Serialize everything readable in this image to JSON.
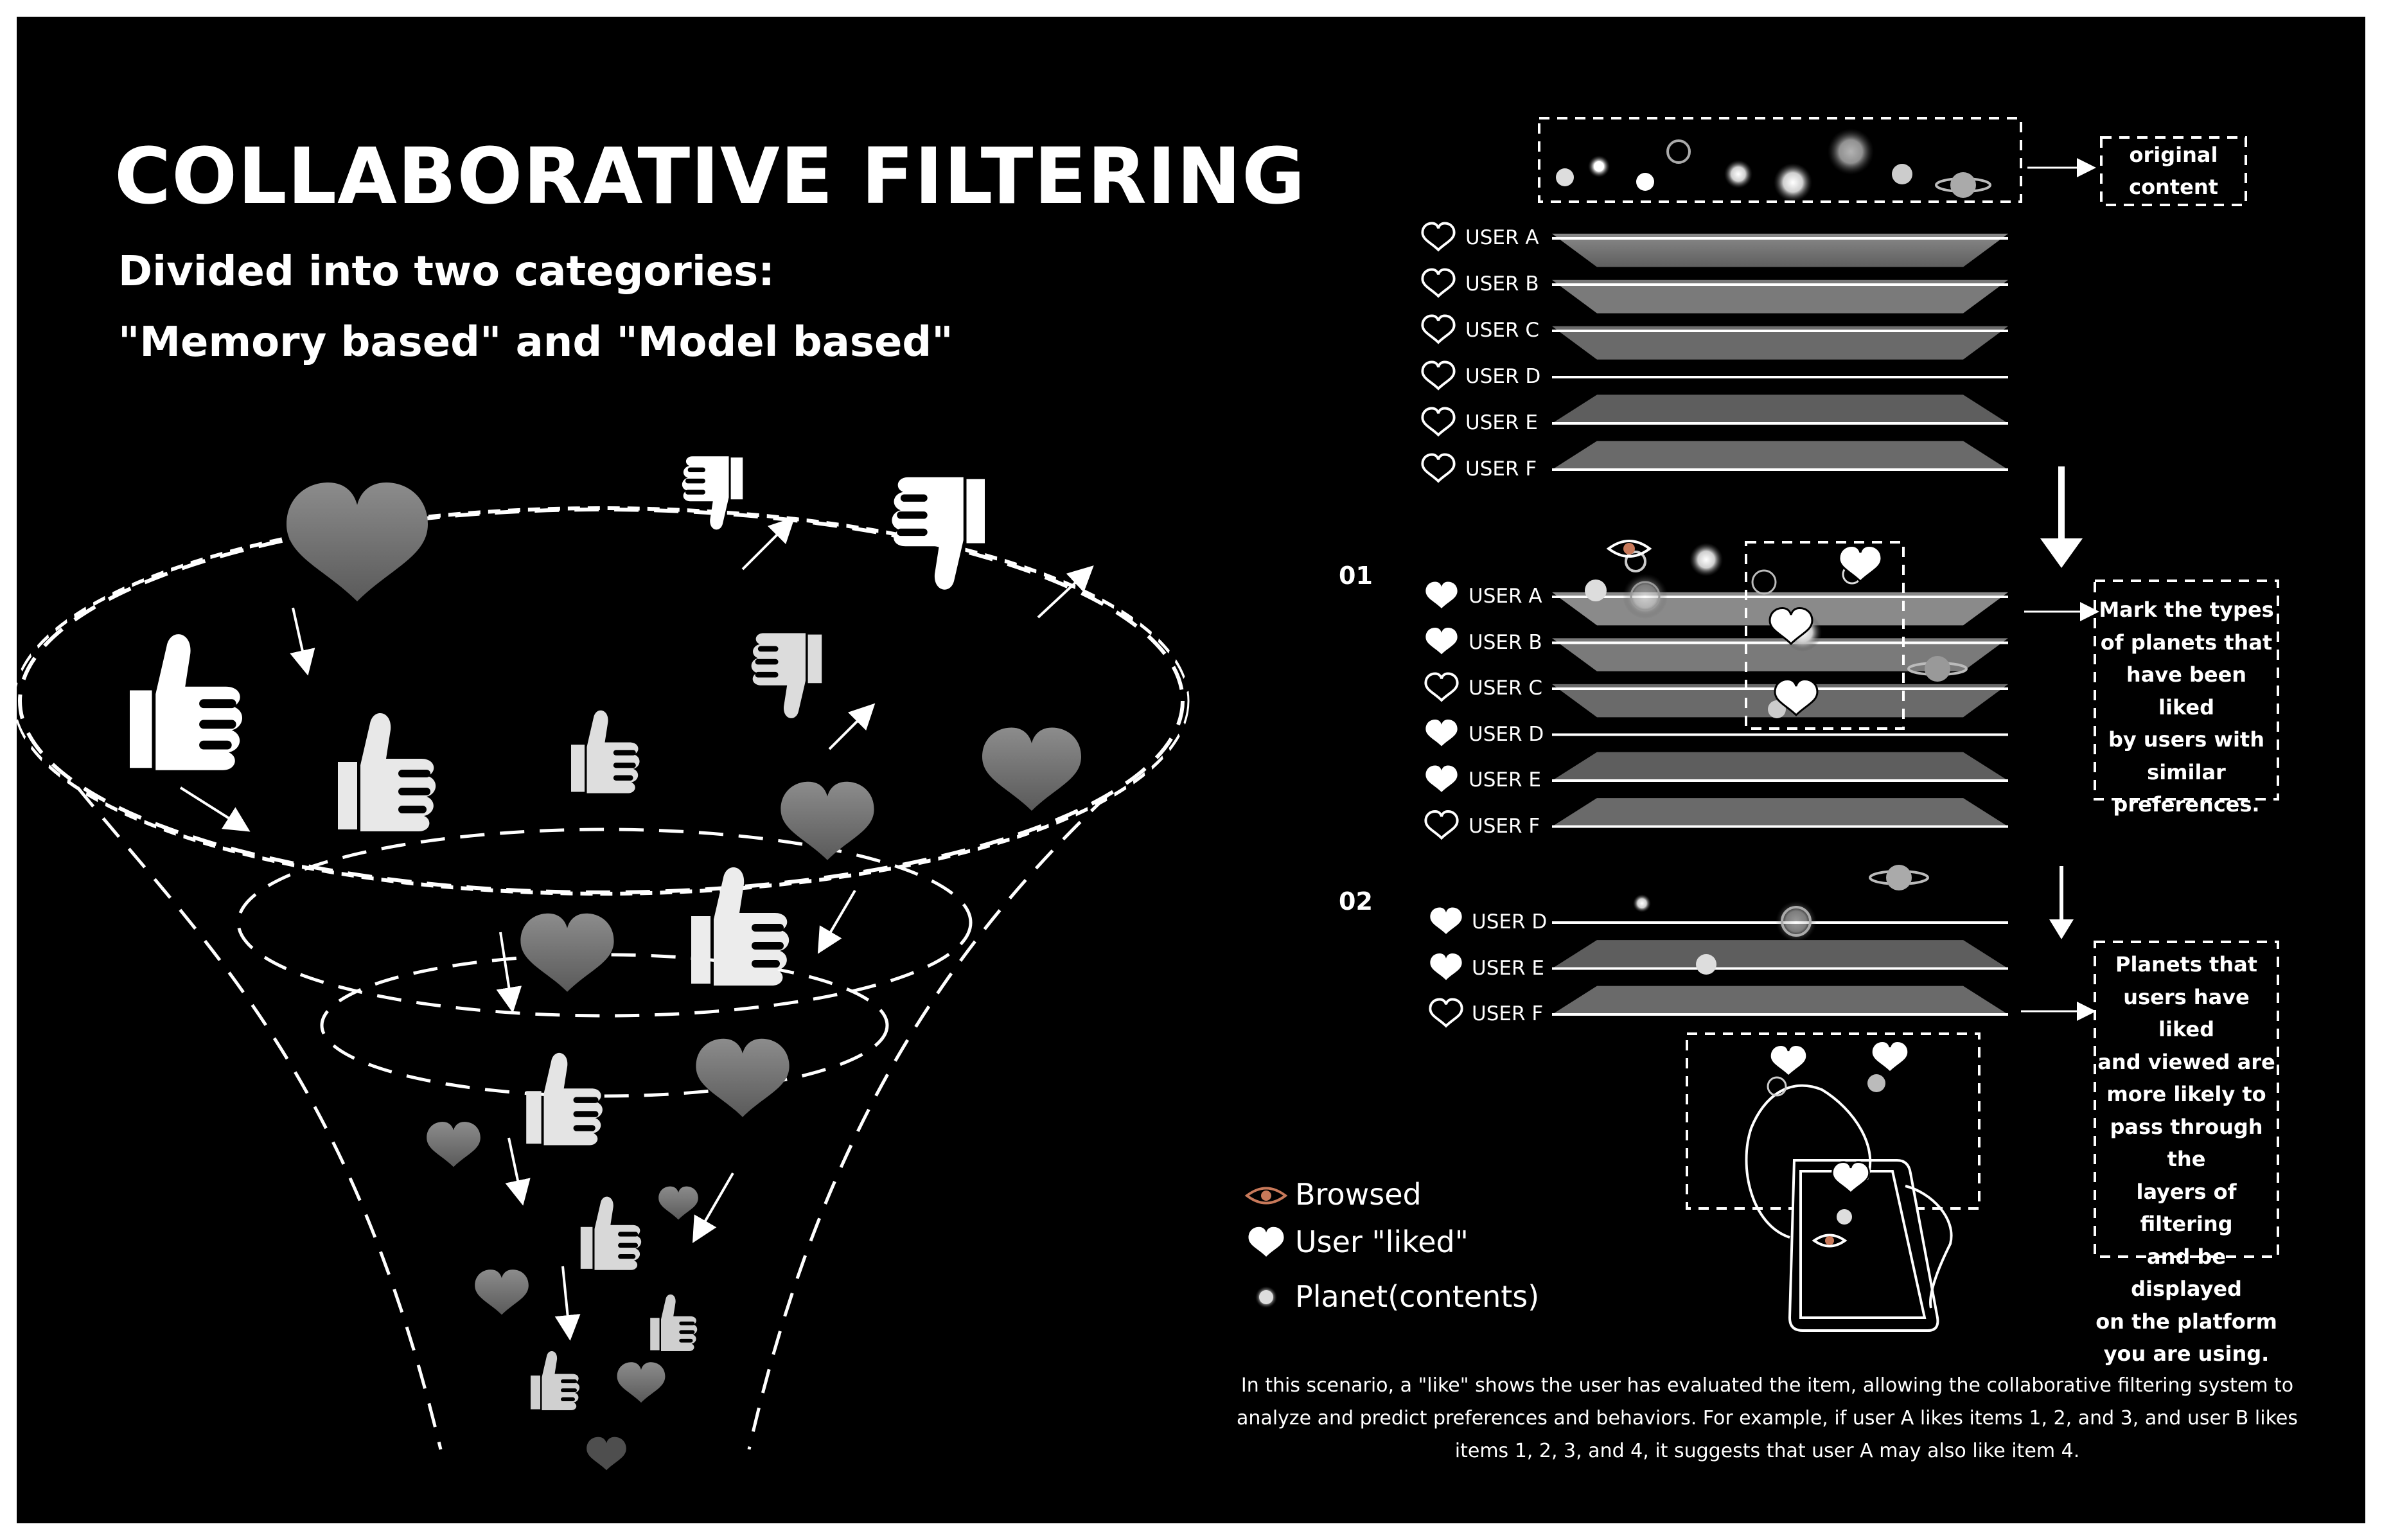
{
  "header": {
    "title": "COLLABORATIVE FILTERING",
    "subtitle_line1": "Divided into two categories:",
    "subtitle_line2": "\"Memory based\" and \"Model based\""
  },
  "stages": {
    "top_note": "original\ncontent",
    "users_top": [
      "USER A",
      "USER B",
      "USER C",
      "USER D",
      "USER E",
      "USER F"
    ],
    "step1_label": "01",
    "users_step1": [
      "USER A",
      "USER B",
      "USER C",
      "USER D",
      "USER E",
      "USER F"
    ],
    "step1_note": "Mark the types\nof planets that\nhave been liked\nby users with\nsimilar\npreferences.",
    "step2_label": "02",
    "users_step2": [
      "USER D",
      "USER E",
      "USER F"
    ],
    "step2_note": "Planets that\nusers have liked\nand viewed are\nmore likely to\npass through the\nlayers of filtering\nand be displayed\non the platform\nyou are using."
  },
  "legend": {
    "browsed": "Browsed",
    "liked": "User \"liked\"",
    "planet": "Planet(contents)",
    "browsed_icon": "eye-icon",
    "liked_icon": "heart-icon",
    "planet_icon": "planet-dot-icon",
    "eye_color": "#c8795a"
  },
  "caption": "In this scenario, a \"like\" shows the user has evaluated the item, allowing the collaborative filtering system to analyze and predict preferences and behaviors. For example, if user A likes items 1, 2, and 3, and user B likes items 1, 2, 3, and 4, it suggests that user A may also like item 4."
}
